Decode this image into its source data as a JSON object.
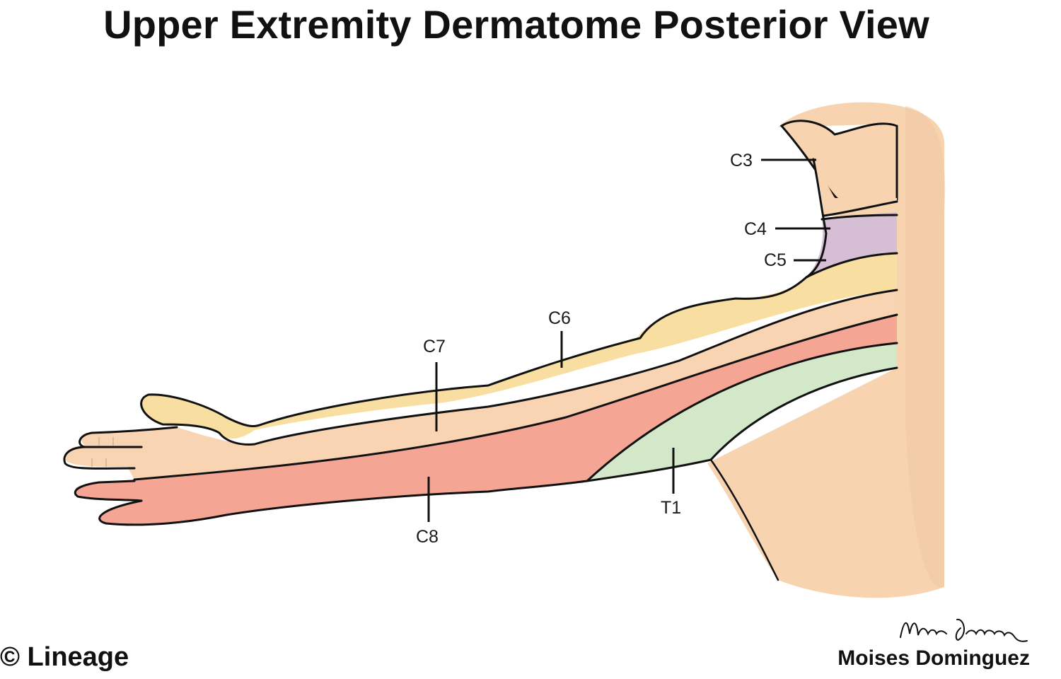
{
  "title": "Upper Extremity Dermatome Posterior View",
  "labels": {
    "c3": "C3",
    "c4": "C4",
    "c5": "C5",
    "c6": "C6",
    "c7": "C7",
    "c8": "C8",
    "t1": "T1"
  },
  "copyright": "© Lineage",
  "artist": "Moises Dominguez",
  "signature": "Moises Dominguez",
  "colors": {
    "skin": "#f7d3b0",
    "c4_region": "#d6bfd4",
    "c6_region": "#f8dea0",
    "c7_region": "#f9d4b2",
    "c8_region": "#f5a594",
    "t1_region": "#d3e8c8",
    "outline": "#111111"
  }
}
